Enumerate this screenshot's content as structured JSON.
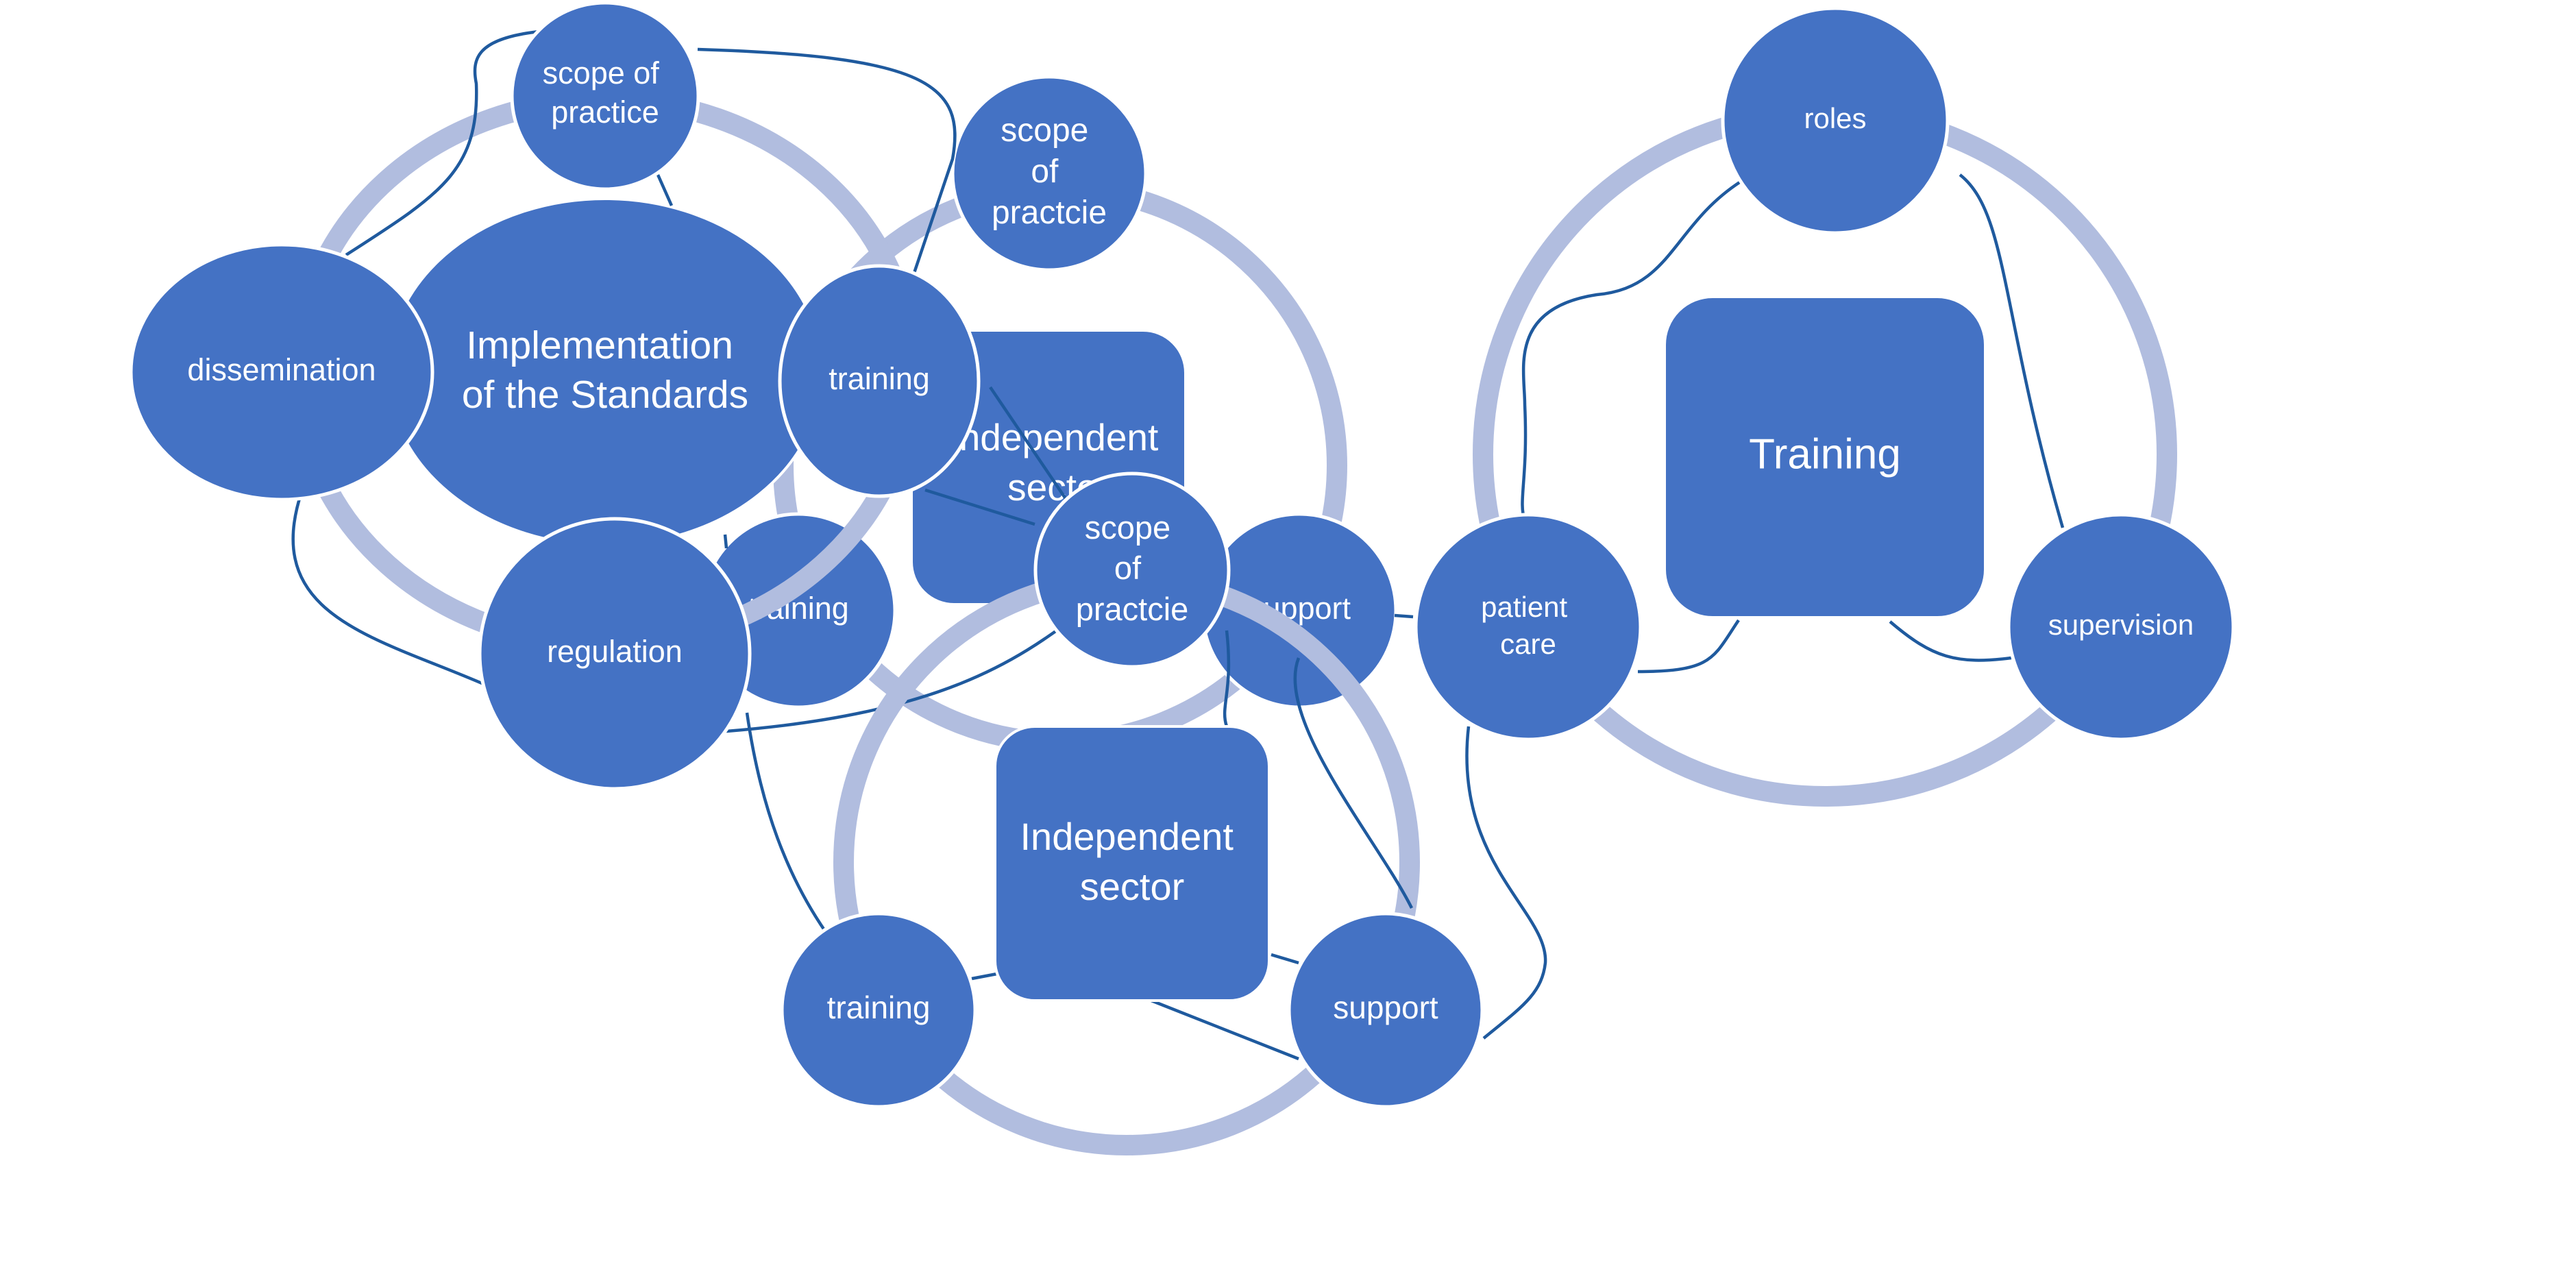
{
  "colors": {
    "node_fill": "#4472C4",
    "ring": "#B1BDDF",
    "connector": "#1F5A9E",
    "text": "#FFFFFF",
    "background": "#FFFFFF"
  },
  "cycles": {
    "independent_back": {
      "hub": [
        "Independent",
        "sector"
      ],
      "nodes": {
        "scope": [
          "scope",
          "of",
          "practcie"
        ],
        "support": [
          "support"
        ],
        "training": [
          "training"
        ]
      }
    },
    "implementation": {
      "hub": [
        "Implementation",
        "of the Standards"
      ],
      "nodes": {
        "scope": [
          "scope of",
          "practice"
        ],
        "dissemination": [
          "dissemination"
        ],
        "regulation": [
          "regulation"
        ],
        "training": [
          "training"
        ]
      }
    },
    "independent_front": {
      "hub": [
        "Independent",
        "sector"
      ],
      "nodes": {
        "scope": [
          "scope",
          "of",
          "practcie"
        ],
        "training": [
          "training"
        ],
        "support": [
          "support"
        ]
      }
    },
    "training_cycle": {
      "hub": [
        "Training"
      ],
      "nodes": {
        "roles": [
          "roles"
        ],
        "patient_care": [
          "patient",
          "care"
        ],
        "supervision": [
          "supervision"
        ]
      }
    }
  }
}
